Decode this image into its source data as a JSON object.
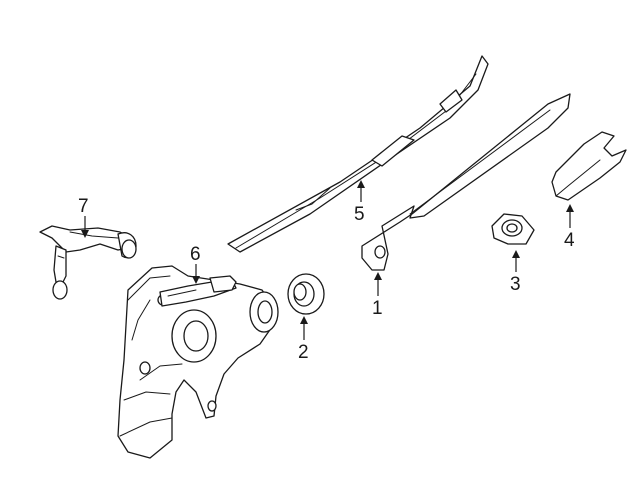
{
  "diagram": {
    "callouts": [
      {
        "id": "1",
        "label": "1"
      },
      {
        "id": "2",
        "label": "2"
      },
      {
        "id": "3",
        "label": "3"
      },
      {
        "id": "4",
        "label": "4"
      },
      {
        "id": "5",
        "label": "5"
      },
      {
        "id": "6",
        "label": "6"
      },
      {
        "id": "7",
        "label": "7"
      }
    ],
    "line_color": "#1a1a1a",
    "background": "#ffffff"
  }
}
